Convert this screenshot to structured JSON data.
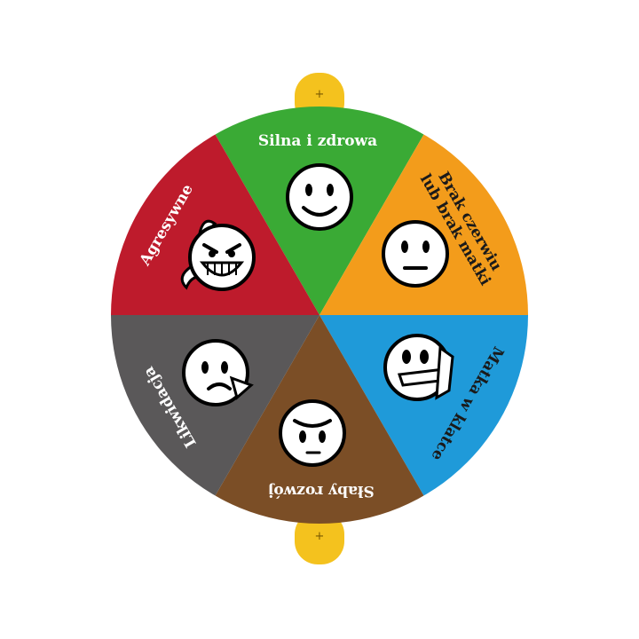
{
  "wheel": {
    "segments": [
      {
        "id": "silna",
        "label": "Silna i zdrowa",
        "color": "#3aaa35",
        "label_lines": [
          "Silna i zdrowa"
        ],
        "face": "smile-face-icon"
      },
      {
        "id": "brak",
        "label": "Brak czerwiu lub brak matki",
        "color": "#f39c1b",
        "label_lines": [
          "Brak czerwiu",
          "lub brak matki"
        ],
        "face": "neutral-face-icon"
      },
      {
        "id": "matka",
        "label": "Matka w klatce",
        "color": "#1f9ad9",
        "label_lines": [
          "Matka w klatce"
        ],
        "face": "caged-face-icon"
      },
      {
        "id": "slaby",
        "label": "Słaby rozwój",
        "color": "#7b4e26",
        "label_lines": [
          "Słaby rozwój"
        ],
        "face": "weak-face-icon"
      },
      {
        "id": "likw",
        "label": "Likwidacja",
        "color": "#5a5859",
        "label_lines": [
          "Likwidacja"
        ],
        "face": "sad-face-icon"
      },
      {
        "id": "agres",
        "label": "Agresywne",
        "color": "#be1b2c",
        "label_lines": [
          "Agresywne"
        ],
        "face": "devil-face-icon"
      }
    ],
    "tab_color": "#f4c21e",
    "tab_symbol": "+"
  }
}
